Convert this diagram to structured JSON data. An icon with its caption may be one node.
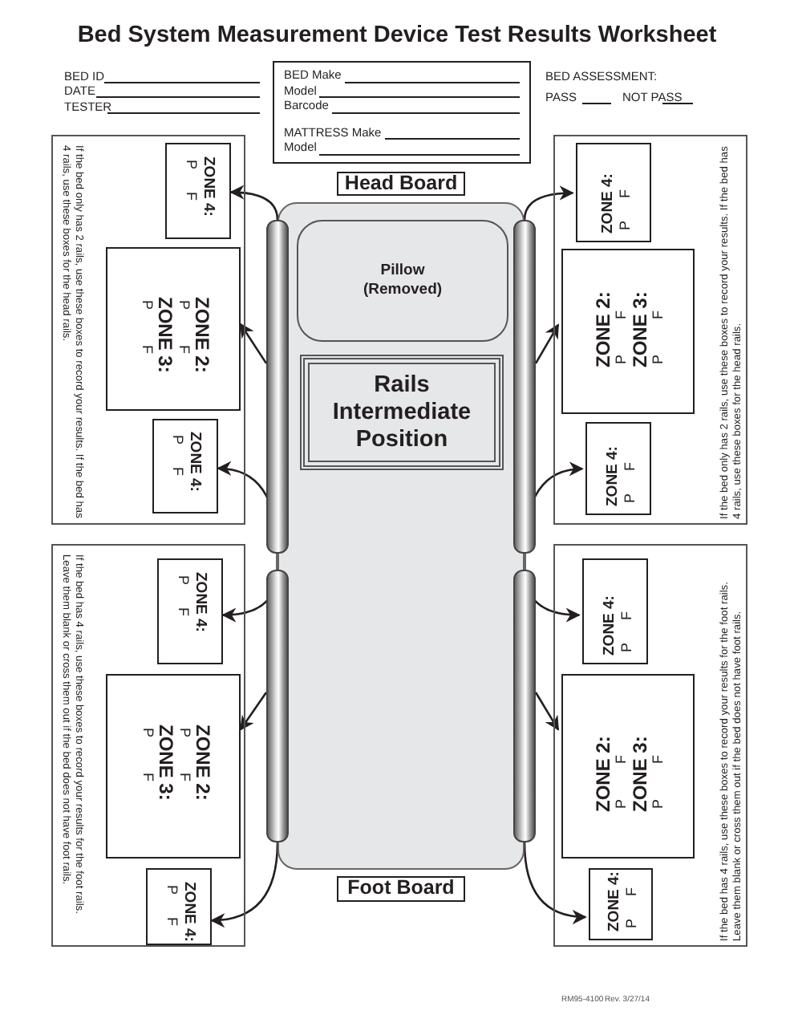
{
  "diagram": {
    "title": "Bed System Measurement Device Test Results Worksheet",
    "nodes": [
      {
        "text": [
          "BED Make",
          "Model",
          "Barcode",
          "MATTRESS Make",
          "Model"
        ]
      },
      {
        "text": [
          "If the bed only has 2 rails, use these boxes to record your results. If the bed has 4 rails, use these boxes for the head rails."
        ]
      },
      {
        "text": [
          "ZONE 4:",
          "P",
          "F"
        ],
        "in": 1
      },
      {
        "text": [
          "ZONE 2:",
          "P",
          "F",
          "ZONE 3:",
          "P",
          "F"
        ],
        "in": 1
      },
      {
        "text": [
          "ZONE 4:",
          "P",
          "F"
        ],
        "in": 1
      },
      {
        "text": [
          "Head Board"
        ]
      },
      {
        "text": [
          "If the bed only has 2 rails, use these boxes to record your results. If the bed has 4 rails, use these boxes for the head rails."
        ]
      },
      {
        "text": [
          "ZONE 4:",
          "P",
          "F"
        ],
        "in": 6
      },
      {
        "text": [
          "ZONE 2:",
          "P",
          "F",
          "ZONE 3:",
          "P",
          "F"
        ],
        "in": 6
      },
      {
        "text": [
          "ZONE 4:",
          "P",
          "F"
        ],
        "in": 6
      },
      {
        "text": [],
        "shape": "box"
      },
      {
        "text": [
          "Pillow (Removed)"
        ],
        "in": 10
      },
      {
        "text": [
          "Rails Intermediate Position"
        ],
        "in": 10
      },
      {
        "text": [],
        "shape": "bar"
      },
      {
        "text": [],
        "shape": "bar"
      },
      {
        "text": [],
        "shape": "bar"
      },
      {
        "text": [],
        "shape": "bar"
      },
      {
        "text": [
          "If the bed has 4 rails, use these boxes to record your results for the foot rails. Leave them blank or cross them out if the bed does not have foot rails."
        ]
      },
      {
        "text": [
          "ZONE 4:",
          "P",
          "F"
        ],
        "in": 17
      },
      {
        "text": [
          "ZONE 2:",
          "P",
          "F",
          "ZONE 3:",
          "P",
          "F"
        ],
        "in": 17
      },
      {
        "text": [
          "ZONE 4:",
          "P",
          "F"
        ],
        "in": 17
      },
      {
        "text": [
          "If the bed has 4 rails, use these boxes to record your results for the foot rails. Leave them blank or cross them out if the bed does not have foot rails."
        ]
      },
      {
        "text": [
          "ZONE 4:",
          "P",
          "F"
        ],
        "in": 21
      },
      {
        "text": [
          "ZONE 2:",
          "P",
          "F",
          "ZONE 3:",
          "P",
          "F"
        ],
        "in": 21
      },
      {
        "text": [
          "ZONE 4:",
          "P",
          "F"
        ],
        "in": 21
      },
      {
        "text": [
          "Foot Board"
        ]
      }
    ],
    "edges": [
      {
        "from": 13,
        "to": 2,
        "arrow": "to"
      },
      {
        "from": 13,
        "to": 3,
        "arrow": "to"
      },
      {
        "from": 13,
        "to": 4,
        "arrow": "to"
      },
      {
        "from": 14,
        "to": 7,
        "arrow": "to"
      },
      {
        "from": 14,
        "to": 8,
        "arrow": "to"
      },
      {
        "from": 14,
        "to": 9,
        "arrow": "to"
      },
      {
        "from": 15,
        "to": 18,
        "arrow": "to"
      },
      {
        "from": 15,
        "to": 19,
        "arrow": "to"
      },
      {
        "from": 15,
        "to": 20,
        "arrow": "to"
      },
      {
        "from": 16,
        "to": 22,
        "arrow": "to"
      },
      {
        "from": 16,
        "to": 23,
        "arrow": "to"
      },
      {
        "from": 16,
        "to": 24,
        "arrow": "to"
      },
      {
        "from": 13,
        "to": 15,
        "arrow": "none"
      },
      {
        "from": 14,
        "to": 16,
        "arrow": "none"
      }
    ],
    "labels": [
      "BED ID",
      "DATE",
      "TESTER",
      "BED ASSESSMENT:",
      "PASS",
      "NOT PASS",
      "RM95-4100",
      "Rev. 3/27/14"
    ]
  }
}
